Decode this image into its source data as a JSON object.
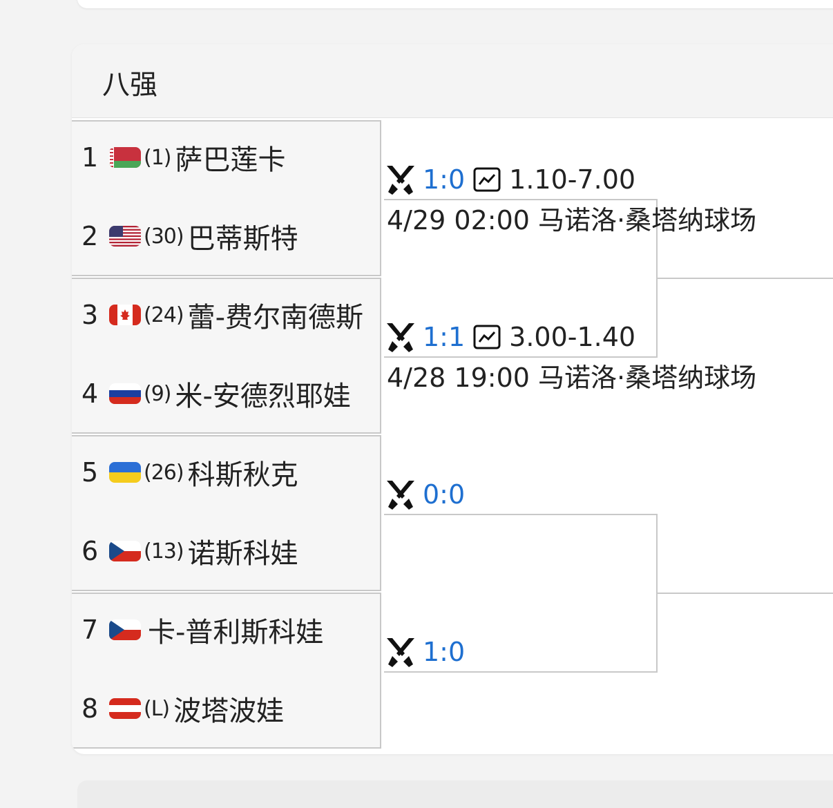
{
  "round_title": "八强",
  "players": [
    {
      "seed_num": "1",
      "rank": "(1)",
      "name": "萨巴莲卡",
      "flag": "belarus-flag"
    },
    {
      "seed_num": "2",
      "rank": "(30)",
      "name": "巴蒂斯特",
      "flag": "usa-flag"
    },
    {
      "seed_num": "3",
      "rank": "(24)",
      "name": "蕾-费尔南德斯",
      "flag": "canada-flag"
    },
    {
      "seed_num": "4",
      "rank": "(9)",
      "name": "米-安德烈耶娃",
      "flag": "russia-flag"
    },
    {
      "seed_num": "5",
      "rank": "(26)",
      "name": "科斯秋克",
      "flag": "ukraine-flag"
    },
    {
      "seed_num": "6",
      "rank": "(13)",
      "name": "诺斯科娃",
      "flag": "czech-flag"
    },
    {
      "seed_num": "7",
      "rank": "",
      "name": "卡-普利斯科娃",
      "flag": "czech-flag"
    },
    {
      "seed_num": "8",
      "rank": "(L)",
      "name": "波塔波娃",
      "flag": "austria-flag"
    }
  ],
  "matches": [
    {
      "score": "1:0",
      "odds": "1.10-7.00",
      "datetime": "4/29 02:00",
      "venue": "马诺洛·桑塔纳球场"
    },
    {
      "score": "1:1",
      "odds": "3.00-1.40",
      "datetime": "4/28 19:00",
      "venue": "马诺洛·桑塔纳球场"
    },
    {
      "score": "0:0",
      "odds": "",
      "datetime": "",
      "venue": ""
    },
    {
      "score": "1:0",
      "odds": "",
      "datetime": "",
      "venue": ""
    }
  ],
  "icons": {
    "h2h": "crossed-swords-icon",
    "odds": "trend-chart-icon"
  },
  "colors": {
    "score": "#1e6fd0",
    "border": "#c8c8c8"
  }
}
